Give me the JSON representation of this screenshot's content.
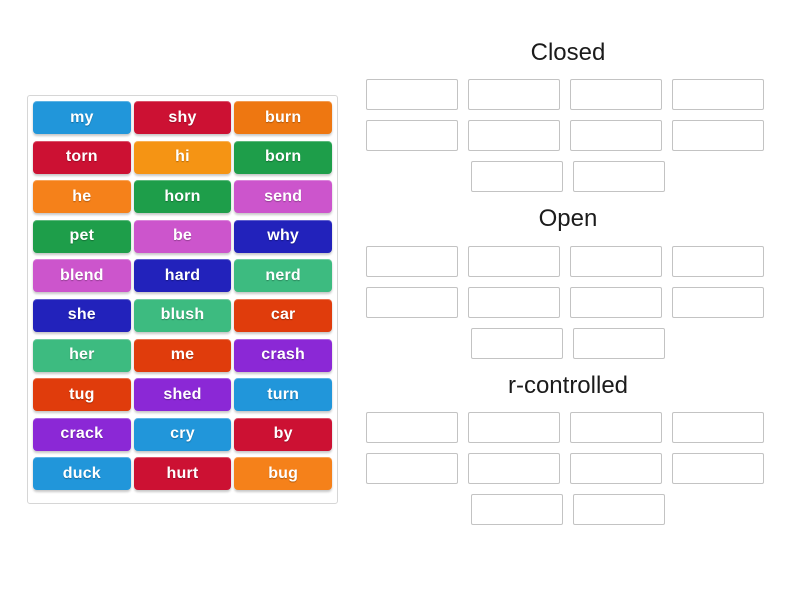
{
  "app": {
    "type": "word-sort-drag-drop-activity"
  },
  "word_bank": {
    "name": "word-bank",
    "columns": 3,
    "tiles": [
      {
        "label": "my",
        "color": "#2196da"
      },
      {
        "label": "shy",
        "color": "#cc1133"
      },
      {
        "label": "burn",
        "color": "#ee7711"
      },
      {
        "label": "torn",
        "color": "#cc1133"
      },
      {
        "label": "hi",
        "color": "#f59414"
      },
      {
        "label": "born",
        "color": "#1e9e4a"
      },
      {
        "label": "he",
        "color": "#f5811a"
      },
      {
        "label": "horn",
        "color": "#1e9e4a"
      },
      {
        "label": "send",
        "color": "#cc55cc"
      },
      {
        "label": "pet",
        "color": "#1e9e4a"
      },
      {
        "label": "be",
        "color": "#cc55cc"
      },
      {
        "label": "why",
        "color": "#2222bb"
      },
      {
        "label": "blend",
        "color": "#cc55cc"
      },
      {
        "label": "hard",
        "color": "#2222bb"
      },
      {
        "label": "nerd",
        "color": "#3dbb80"
      },
      {
        "label": "she",
        "color": "#2222bb"
      },
      {
        "label": "blush",
        "color": "#3dbb80"
      },
      {
        "label": "car",
        "color": "#e03c0c"
      },
      {
        "label": "her",
        "color": "#3dbb80"
      },
      {
        "label": "me",
        "color": "#e03c0c"
      },
      {
        "label": "crash",
        "color": "#8b28d6"
      },
      {
        "label": "tug",
        "color": "#e03c0c"
      },
      {
        "label": "shed",
        "color": "#8b28d6"
      },
      {
        "label": "turn",
        "color": "#2196da"
      },
      {
        "label": "crack",
        "color": "#8b28d6"
      },
      {
        "label": "cry",
        "color": "#2196da"
      },
      {
        "label": "by",
        "color": "#cc1133"
      },
      {
        "label": "duck",
        "color": "#2196da"
      },
      {
        "label": "hurt",
        "color": "#cc1133"
      },
      {
        "label": "bug",
        "color": "#f5811a"
      }
    ]
  },
  "categories": [
    {
      "title": "Closed",
      "slot_rows": [
        {
          "count": 4,
          "centered": false
        },
        {
          "count": 4,
          "centered": false
        },
        {
          "count": 2,
          "centered": true
        }
      ]
    },
    {
      "title": "Open",
      "slot_rows": [
        {
          "count": 4,
          "centered": false
        },
        {
          "count": 4,
          "centered": false
        },
        {
          "count": 2,
          "centered": true
        }
      ]
    },
    {
      "title": "r-controlled",
      "slot_rows": [
        {
          "count": 4,
          "centered": false
        },
        {
          "count": 4,
          "centered": false
        },
        {
          "count": 2,
          "centered": true
        }
      ]
    }
  ],
  "colors": {
    "page_background": "#ffffff",
    "panel_border": "#d6d6d6",
    "slot_border": "#c3c3c3",
    "heading_text": "#1b1b1b",
    "tile_text": "#ffffff"
  }
}
